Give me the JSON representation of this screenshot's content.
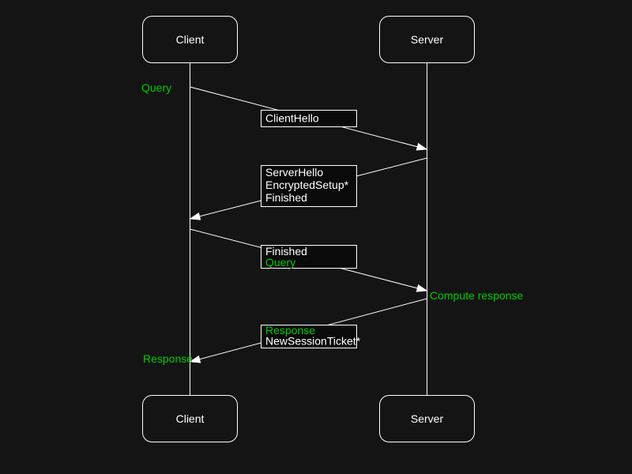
{
  "colors": {
    "background": "#141414",
    "line": "#ffffff",
    "text": "#ffffff",
    "green": "#00cc00",
    "label_box_fill": "#0a0a0a",
    "actor_fill": "#141414"
  },
  "actors": {
    "top": [
      {
        "label": "Client"
      },
      {
        "label": "Server"
      }
    ],
    "bottom": [
      {
        "label": "Client"
      },
      {
        "label": "Server"
      }
    ]
  },
  "messages": [
    {
      "from": "Client",
      "to": "Server",
      "lines": [
        {
          "text": "ClientHello",
          "color": "#ffffff"
        }
      ]
    },
    {
      "from": "Server",
      "to": "Client",
      "lines": [
        {
          "text": "ServerHello",
          "color": "#ffffff"
        },
        {
          "text": "EncryptedSetup*",
          "color": "#ffffff"
        },
        {
          "text": "Finished",
          "color": "#ffffff"
        }
      ]
    },
    {
      "from": "Client",
      "to": "Server",
      "lines": [
        {
          "text": "Finished",
          "color": "#ffffff"
        },
        {
          "text": "Query",
          "color": "#00cc00"
        }
      ]
    },
    {
      "from": "Server",
      "to": "Client",
      "lines": [
        {
          "text": "Response",
          "color": "#00cc00"
        },
        {
          "text": "NewSessionTicket*",
          "color": "#ffffff"
        }
      ]
    }
  ],
  "annotations": [
    {
      "text": "Query",
      "color": "#00cc00",
      "side": "left"
    },
    {
      "text": "Compute response",
      "color": "#00cc00",
      "side": "right"
    },
    {
      "text": "Response",
      "color": "#00cc00",
      "side": "left"
    }
  ]
}
